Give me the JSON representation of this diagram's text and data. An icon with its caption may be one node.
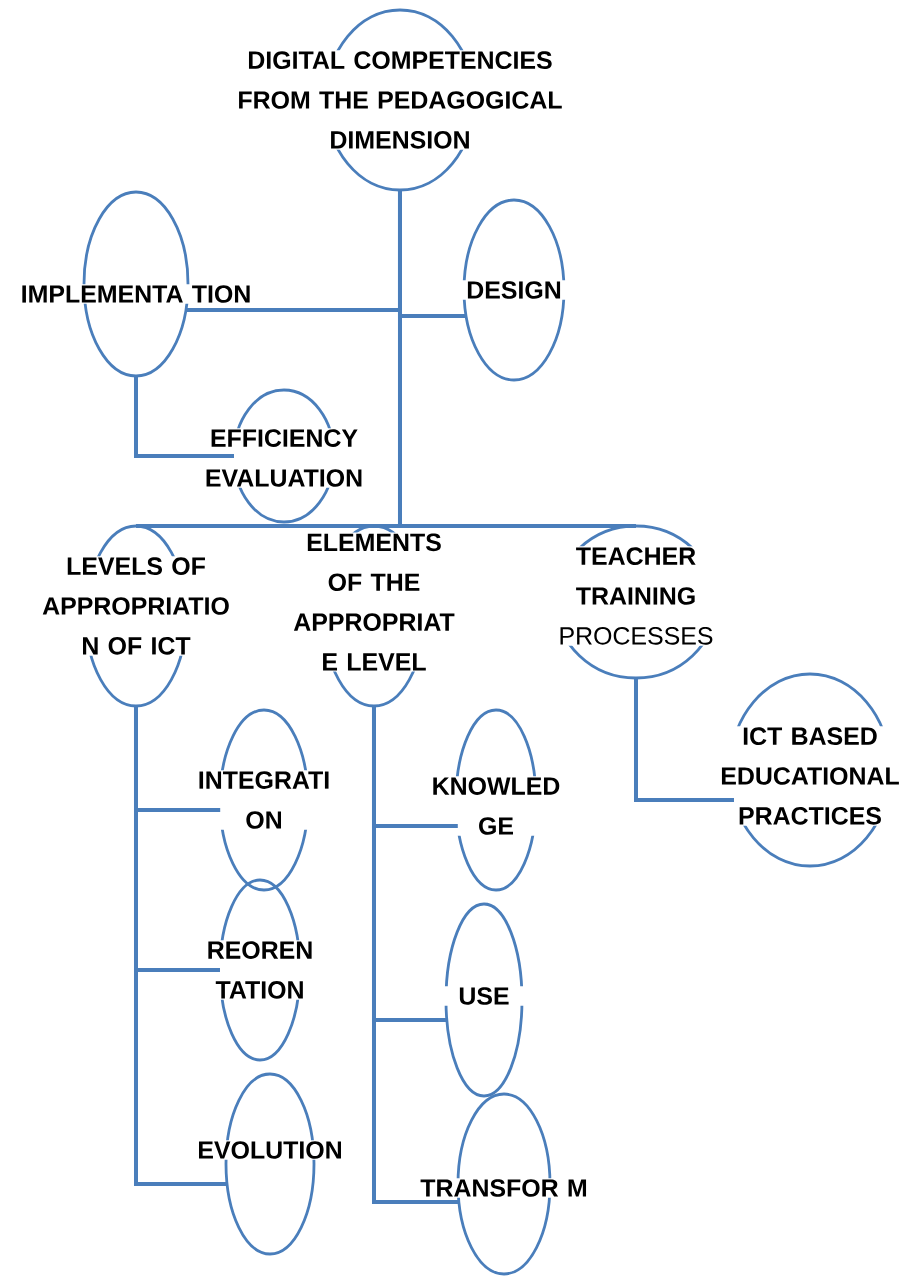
{
  "diagram": {
    "nodes": [
      {
        "text": [
          "DIGITAL COMPETENCIES FROM THE PEDAGOGICAL DIMENSION"
        ]
      },
      {
        "text": [
          "IMPLEMENTA TION"
        ]
      },
      {
        "text": [
          "DESIGN"
        ]
      },
      {
        "text": [
          "EFFICIENCY EVALUATION"
        ]
      },
      {
        "text": [
          "LEVELS OF APPROPRIATIO N OF ICT"
        ]
      },
      {
        "text": [
          "ELEMENTS OF THE APPROPRIAT E LEVEL"
        ]
      },
      {
        "text": [
          "**TEACHER TRAINING** PROCESSES"
        ]
      },
      {
        "text": [
          "ICT BASED EDUCATIONAL PRACTICES"
        ]
      },
      {
        "text": [
          "INTEGRATI ON"
        ]
      },
      {
        "text": [
          "REOREN TATION"
        ]
      },
      {
        "text": [
          "EVOLUTION"
        ]
      },
      {
        "text": [
          "KNOWLED GE"
        ]
      },
      {
        "text": [
          "USE"
        ]
      },
      {
        "text": [
          "TRANSFOR M"
        ]
      }
    ],
    "edges": [
      {
        "from": 0,
        "to": 1,
        "arrow": "none"
      },
      {
        "from": 0,
        "to": 2,
        "arrow": "none"
      },
      {
        "from": 1,
        "to": 3,
        "arrow": "none"
      },
      {
        "from": 0,
        "to": 4,
        "arrow": "none"
      },
      {
        "from": 0,
        "to": 5,
        "arrow": "none"
      },
      {
        "from": 0,
        "to": 6,
        "arrow": "none"
      },
      {
        "from": 6,
        "to": 7,
        "arrow": "none"
      },
      {
        "from": 4,
        "to": 8,
        "arrow": "none"
      },
      {
        "from": 4,
        "to": 9,
        "arrow": "none"
      },
      {
        "from": 4,
        "to": 10,
        "arrow": "none"
      },
      {
        "from": 5,
        "to": 11,
        "arrow": "none"
      },
      {
        "from": 5,
        "to": 12,
        "arrow": "none"
      },
      {
        "from": 5,
        "to": 13,
        "arrow": "none"
      }
    ]
  }
}
